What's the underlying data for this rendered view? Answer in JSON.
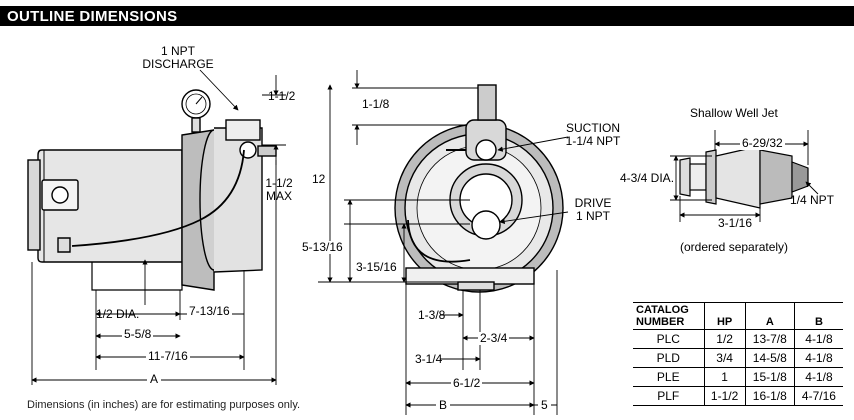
{
  "header": {
    "title": "OUTLINE DIMENSIONS"
  },
  "side_view": {
    "discharge_label": "1 NPT\nDISCHARGE",
    "dim_top_right": "1-1/2",
    "dim_max": "1-1/2\nMAX",
    "dim_half_dia": "1/2 DIA.",
    "dim_7_13_16": "7-13/16",
    "dim_5_5_8": "5-5/8",
    "dim_11_7_16": "11-7/16",
    "dim_a": "A"
  },
  "front_view": {
    "dim_1_1_8": "1-1/8",
    "dim_12": "12",
    "suction_label": "SUCTION\n1-1/4 NPT",
    "drive_label": "DRIVE\n1 NPT",
    "dim_5_13_16": "5-13/16",
    "dim_3_15_16": "3-15/16",
    "dim_1_3_8": "1-3/8",
    "dim_2_3_4": "2-3/4",
    "dim_3_1_4": "3-1/4",
    "dim_6_1_2": "6-1/2",
    "dim_b": "B",
    "dim_5": "5"
  },
  "jet": {
    "title": "Shallow Well Jet",
    "dim_6_29_32": "6-29/32",
    "dim_4_3_4": "4-3/4 DIA.",
    "dim_3_1_16": "3-1/16",
    "dim_1_4_npt": "1/4 NPT",
    "note": "(ordered separately)"
  },
  "catalog_table": {
    "headers": [
      "CATALOG\nNUMBER",
      "HP",
      "A",
      "B"
    ],
    "rows": [
      [
        "PLC",
        "1/2",
        "13-7/8",
        "4-1/8"
      ],
      [
        "PLD",
        "3/4",
        "14-5/8",
        "4-1/8"
      ],
      [
        "PLE",
        "1",
        "15-1/8",
        "4-1/8"
      ],
      [
        "PLF",
        "1-1/2",
        "16-1/8",
        "4-7/16"
      ]
    ]
  },
  "footnote": "Dimensions (in inches) are for estimating purposes only."
}
